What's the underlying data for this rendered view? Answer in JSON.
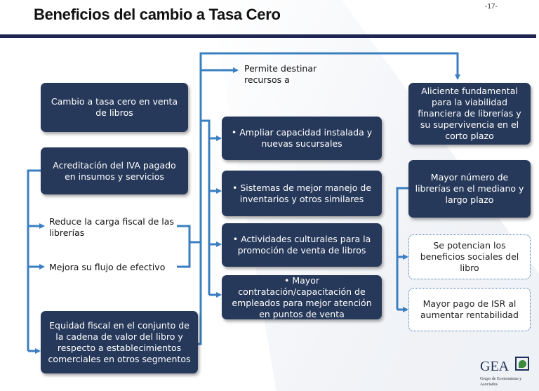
{
  "header": {
    "title": "Beneficios del cambio a Tasa Cero",
    "page_number": "-17-"
  },
  "left": {
    "box1": "Cambio a tasa cero en venta de libros",
    "box2": "Acreditación del IVA pagado en insumos y servicios",
    "text1": "Reduce la carga fiscal de las librerías",
    "text2": "Mejora su flujo de efectivo",
    "box3": "Equidad fiscal en el conjunto de la cadena de valor del libro y respecto a establecimientos comerciales en otros segmentos"
  },
  "middle": {
    "label": "Permite destinar recursos a",
    "items": [
      "• Ampliar capacidad instalada y nuevas sucursales",
      "• Sistemas de mejor manejo de inventarios y otros similares",
      "• Actividades culturales para la promoción de venta de libros",
      "• Mayor contratación/capacitación de empleados para mejor atención en puntos de venta"
    ]
  },
  "right": {
    "box1": "Aliciente fundamental para la viabilidad financiera de librerías y su supervivencia en el corto plazo",
    "box2": "Mayor número de librerías en el mediano y largo plazo",
    "dotted1": "Se potencian los beneficios sociales del libro",
    "dotted2": "Mayor pago de ISR al aumentar rentabilidad"
  },
  "logo": {
    "name": "GEA",
    "subtitle": "Grupo de Economistas y Asociados"
  },
  "colors": {
    "box": "#27395a",
    "line": "#3a7fc1",
    "rule": "#1d2550"
  }
}
